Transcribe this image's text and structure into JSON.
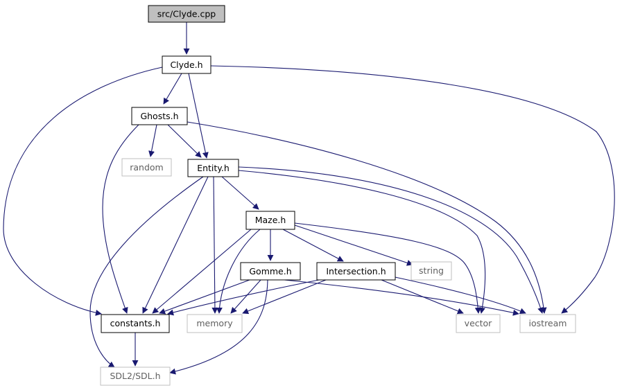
{
  "diagram": {
    "colors": {
      "edge": "#191970",
      "border": "#000000",
      "external_border": "#bfbfbf",
      "root_fill": "#bfbfbf",
      "fill": "#ffffff",
      "external_text": "#5f5f5f"
    },
    "nodes": {
      "clyde_cpp": "src/Clyde.cpp",
      "clyde_h": "Clyde.h",
      "ghosts_h": "Ghosts.h",
      "random": "random",
      "entity_h": "Entity.h",
      "maze_h": "Maze.h",
      "string": "string",
      "gomme_h": "Gomme.h",
      "intersection_h": "Intersection.h",
      "constants_h": "constants.h",
      "memory": "memory",
      "vector": "vector",
      "iostream": "iostream",
      "sdl": "SDL2/SDL.h"
    },
    "edges": [
      [
        "clyde_cpp",
        "clyde_h"
      ],
      [
        "clyde_h",
        "ghosts_h"
      ],
      [
        "clyde_h",
        "entity_h"
      ],
      [
        "clyde_h",
        "constants_h"
      ],
      [
        "clyde_h",
        "iostream"
      ],
      [
        "ghosts_h",
        "random"
      ],
      [
        "ghosts_h",
        "entity_h"
      ],
      [
        "ghosts_h",
        "constants_h"
      ],
      [
        "ghosts_h",
        "iostream"
      ],
      [
        "entity_h",
        "maze_h"
      ],
      [
        "entity_h",
        "constants_h"
      ],
      [
        "entity_h",
        "memory"
      ],
      [
        "entity_h",
        "sdl"
      ],
      [
        "entity_h",
        "vector"
      ],
      [
        "entity_h",
        "iostream"
      ],
      [
        "maze_h",
        "gomme_h"
      ],
      [
        "maze_h",
        "intersection_h"
      ],
      [
        "maze_h",
        "string"
      ],
      [
        "maze_h",
        "constants_h"
      ],
      [
        "maze_h",
        "memory"
      ],
      [
        "maze_h",
        "vector"
      ],
      [
        "gomme_h",
        "constants_h"
      ],
      [
        "gomme_h",
        "memory"
      ],
      [
        "gomme_h",
        "sdl"
      ],
      [
        "gomme_h",
        "iostream"
      ],
      [
        "intersection_h",
        "constants_h"
      ],
      [
        "intersection_h",
        "memory"
      ],
      [
        "intersection_h",
        "vector"
      ],
      [
        "intersection_h",
        "iostream"
      ],
      [
        "constants_h",
        "sdl"
      ]
    ]
  }
}
